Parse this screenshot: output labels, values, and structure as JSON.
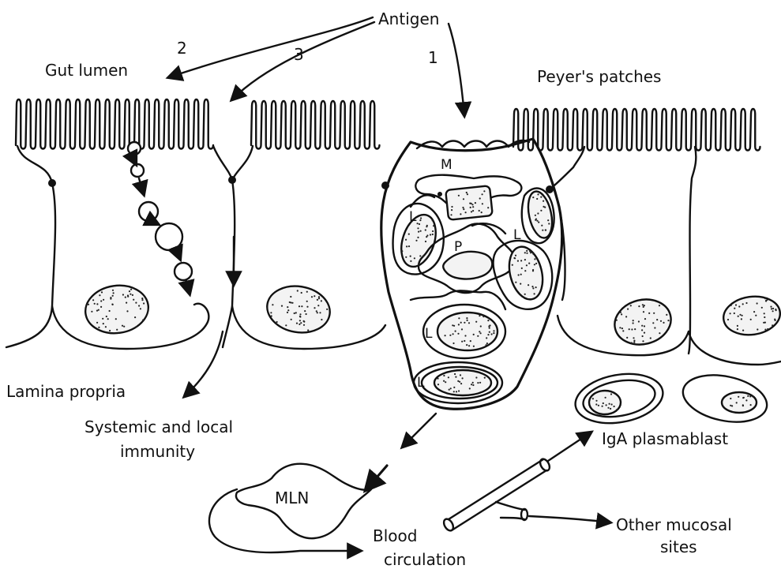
{
  "labels": {
    "antigen": "Antigen",
    "route_1": "1",
    "route_2": "2",
    "route_3": "3",
    "gut_lumen": "Gut lumen",
    "peyers_patches": "Peyer's patches",
    "lamina_propria": "Lamina propria",
    "systemic_local_1": "Systemic and local",
    "systemic_local_2": "immunity",
    "mln": "MLN",
    "blood_1": "Blood",
    "blood_2": "circulation",
    "iga_plasmablast": "IgA plasmablast",
    "other_sites_1": "Other mucosal",
    "other_sites_2": "sites"
  },
  "cell_letters": {
    "m_cell": "M",
    "p_cell": "P",
    "lymphocyte": "L"
  },
  "colors": {
    "ink": "#111111",
    "background": "#ffffff"
  }
}
